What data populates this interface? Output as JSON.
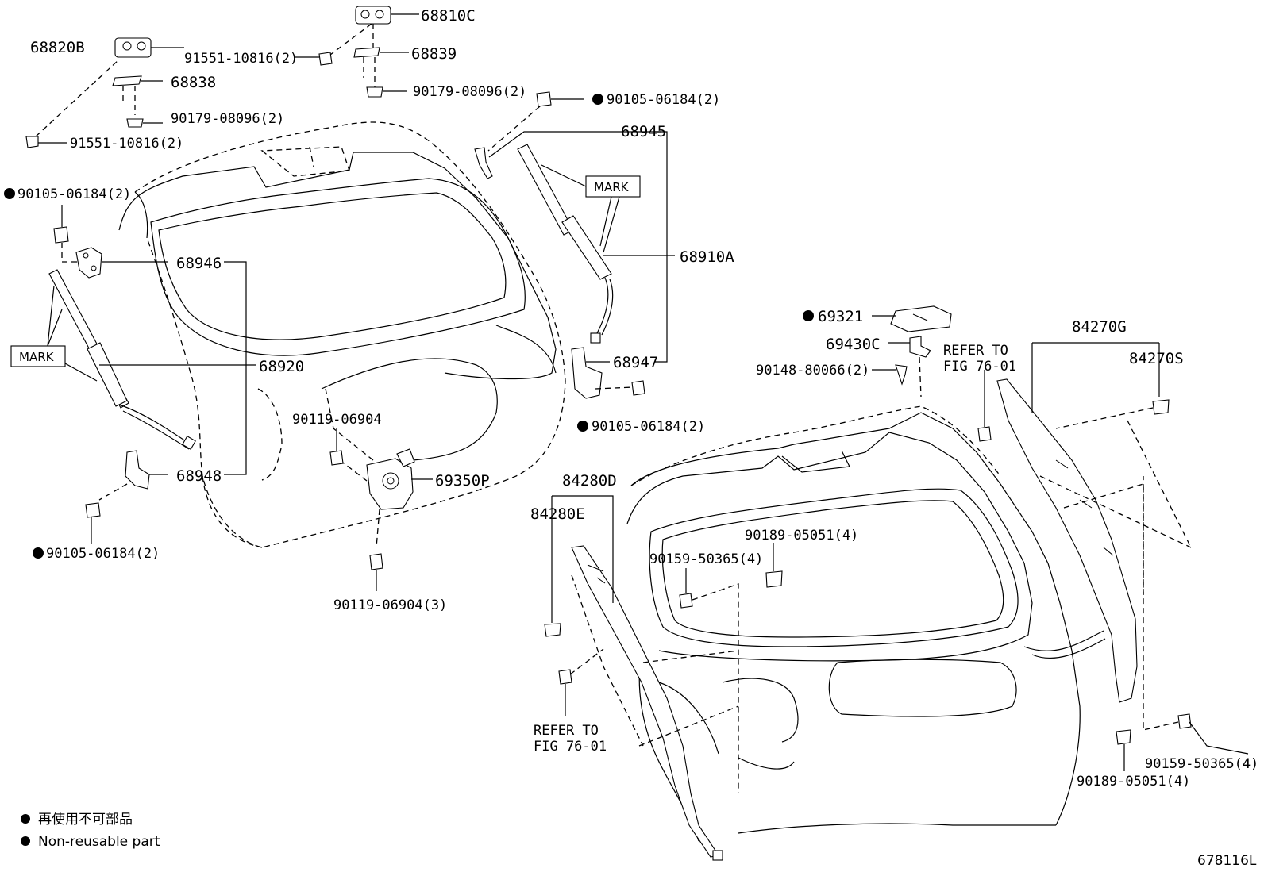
{
  "labels": {
    "p68820B": "68820B",
    "p68810C": "68810C",
    "p68839": "68839",
    "p68838": "68838",
    "p91551a": "91551-10816(2)",
    "p91551b": "91551-10816(2)",
    "p90179a": "90179-08096(2)",
    "p90179b": "90179-08096(2)",
    "p90105a": "90105-06184(2)",
    "p90105b": "90105-06184(2)",
    "p90105c": "90105-06184(2)",
    "p90105d": "90105-06184(2)",
    "p68945": "68945",
    "p68910A": "68910A",
    "p68946": "68946",
    "p68920": "68920",
    "p68947": "68947",
    "p68948": "68948",
    "p90119a": "90119-06904",
    "p90119b": "90119-06904(3)",
    "p69350P": "69350P",
    "p69321": "69321",
    "p69430C": "69430C",
    "p90148": "90148-80066(2)",
    "p84270G": "84270G",
    "p84270S": "84270S",
    "p84280D": "84280D",
    "p84280E": "84280E",
    "p90189a": "90189-05051(4)",
    "p90189b": "90189-05051(4)",
    "p90159a": "90159-50365(4)",
    "p90159b": "90159-50365(4)",
    "refer1a": "REFER TO",
    "refer1b": "FIG 76-01",
    "refer2a": "REFER TO",
    "refer2b": "FIG 76-01",
    "mark1": "MARK",
    "mark2": "MARK"
  },
  "legend": {
    "jp": "再使用不可部品",
    "en": "Non-reusable part"
  },
  "figure_id": "678116L"
}
